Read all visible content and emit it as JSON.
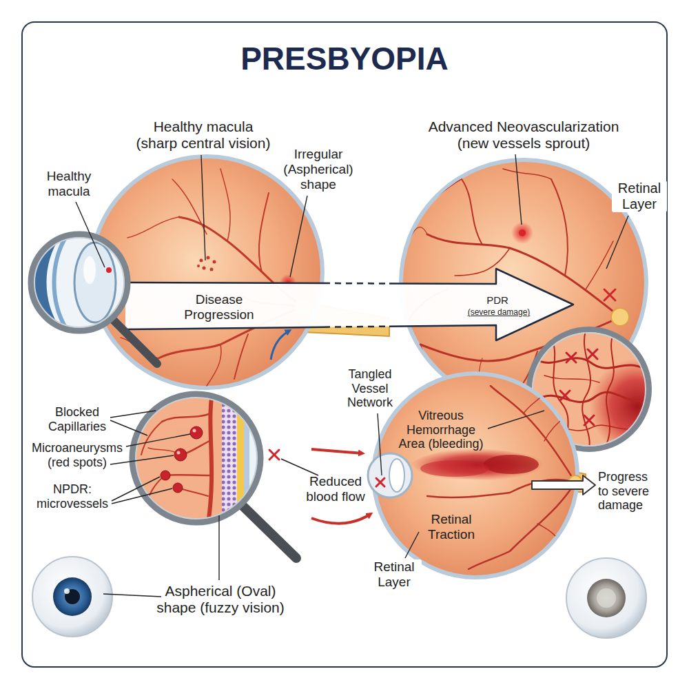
{
  "diagram": {
    "title": "PRESBYOPIA",
    "labels": [
      "Healthy macula (sharp central vision)",
      "Healthy macula",
      "Irregular (Aspherical) shape",
      "Advanced Neovascularization (new vessels sprout)",
      "Retinal Layer",
      "Disease Progression",
      "PDR",
      "(severe damage)",
      "Blocked Capillaries",
      "Microaneurysms (red spots)",
      "NPDR: microvessels",
      "Tangled Vessel Network",
      "Vitreous Hemorrhage Area (bleeding)",
      "Reduced blood flow",
      "Progress to severe damage",
      "Retinal Traction",
      "Retinal Layer",
      "Aspherical (Oval) shape (fuzzy vision)"
    ]
  }
}
